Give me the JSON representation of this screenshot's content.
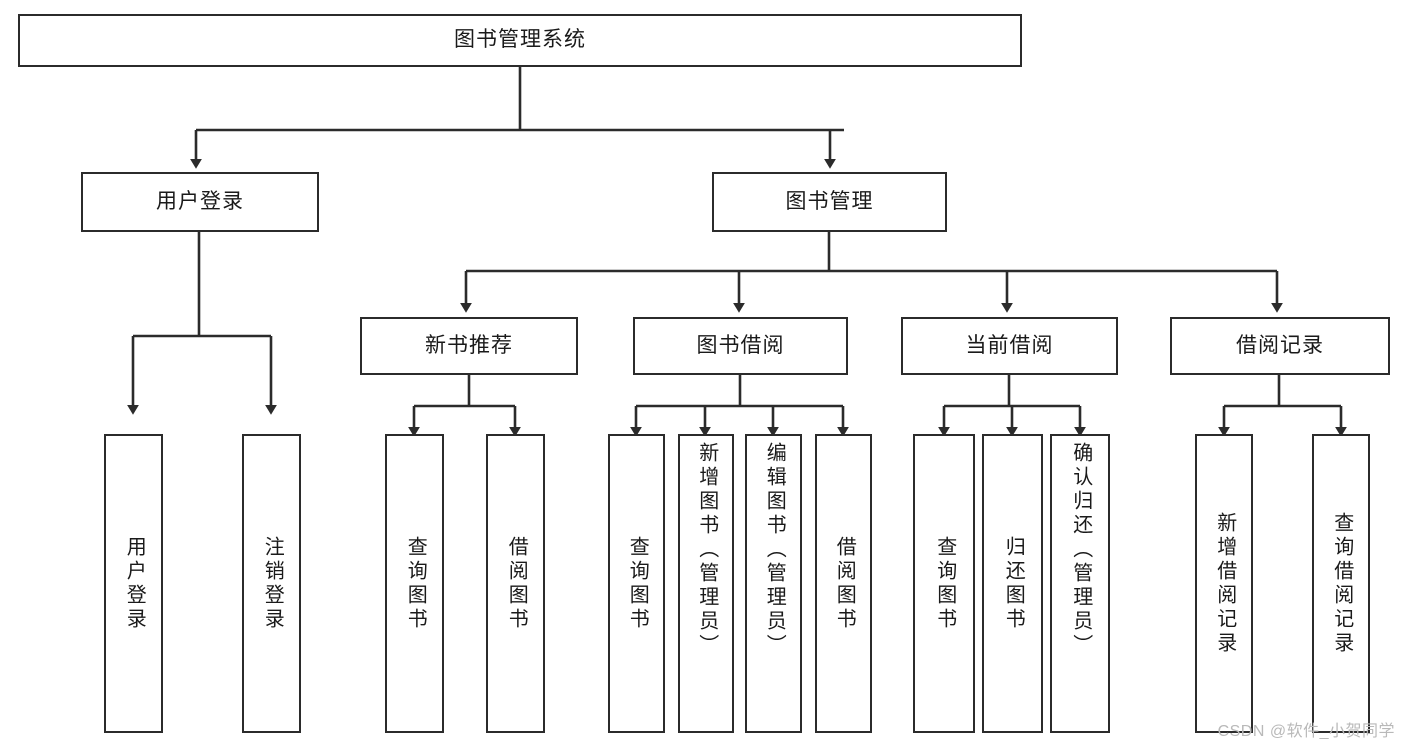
{
  "diagram": {
    "type": "tree-hierarchy",
    "title": "图书管理系统",
    "watermark": "CSDN @软件_小贺同学",
    "colors": {
      "box_border": "#2b2b2b",
      "box_fill": "#ffffff",
      "connector": "#2b2b2b",
      "text": "#1a1a1a",
      "watermark": "#b9b9b9",
      "background": "#ffffff"
    },
    "root": {
      "label": "图书管理系统"
    },
    "level1": [
      {
        "label": "用户登录"
      },
      {
        "label": "图书管理"
      }
    ],
    "level2": [
      {
        "label": "新书推荐"
      },
      {
        "label": "图书借阅"
      },
      {
        "label": "当前借阅"
      },
      {
        "label": "借阅记录"
      }
    ],
    "leaves": {
      "user_login": [
        {
          "label": "用户登录"
        },
        {
          "label": "注销登录"
        }
      ],
      "new_book_recommend": [
        {
          "label": "查询图书"
        },
        {
          "label": "借阅图书"
        }
      ],
      "book_borrow": [
        {
          "label": "查询图书"
        },
        {
          "label": "新增图书（管理员）"
        },
        {
          "label": "编辑图书（管理员）"
        },
        {
          "label": "借阅图书"
        }
      ],
      "current_borrow": [
        {
          "label": "查询图书"
        },
        {
          "label": "归还图书"
        },
        {
          "label": "确认归还（管理员）"
        }
      ],
      "borrow_record": [
        {
          "label": "新增借阅记录"
        },
        {
          "label": "查询借阅记录"
        }
      ]
    }
  }
}
